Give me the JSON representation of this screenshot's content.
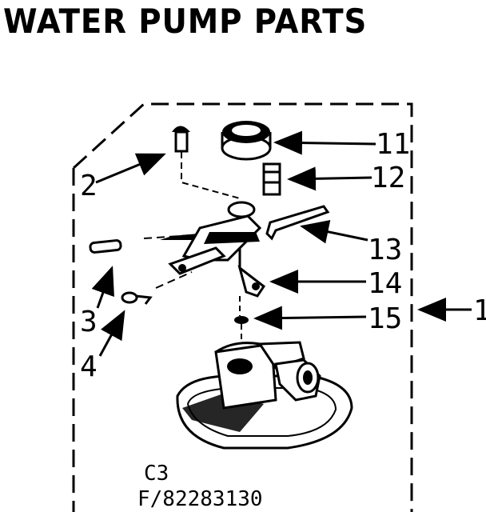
{
  "title": "WATER PUMP PARTS",
  "callouts": {
    "c1": "1",
    "c2": "2",
    "c3": "3",
    "c4": "4",
    "c11": "11",
    "c12": "12",
    "c13": "13",
    "c14": "14",
    "c15": "15"
  },
  "footer": {
    "section": "C3",
    "part_code": "F/82283130"
  }
}
